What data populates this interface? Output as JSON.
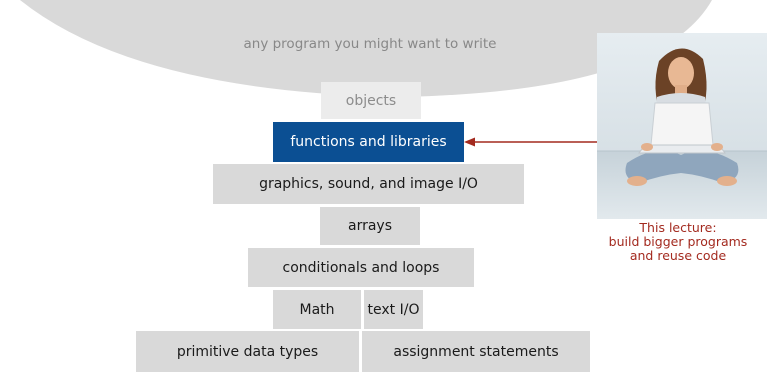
{
  "bowl": {
    "label": "any program you might want to write"
  },
  "layers": {
    "objects": "objects",
    "functions": "functions and libraries",
    "graphics": "graphics, sound, and image I/O",
    "arrays": "arrays",
    "conditionals": "conditionals and loops",
    "math": "Math",
    "text_io": "text I/O",
    "primitive": "primitive data types",
    "assignment": "assignment statements"
  },
  "callout": {
    "line1": "This lecture:",
    "line2": "build bigger programs",
    "line3": "and reuse code"
  },
  "colors": {
    "highlight": "#0b4f93",
    "box": "#d9d9d9",
    "faded_box": "#ececec",
    "accent": "#a32a1f"
  },
  "icons": {
    "photo": "woman-with-laptop-photo"
  }
}
